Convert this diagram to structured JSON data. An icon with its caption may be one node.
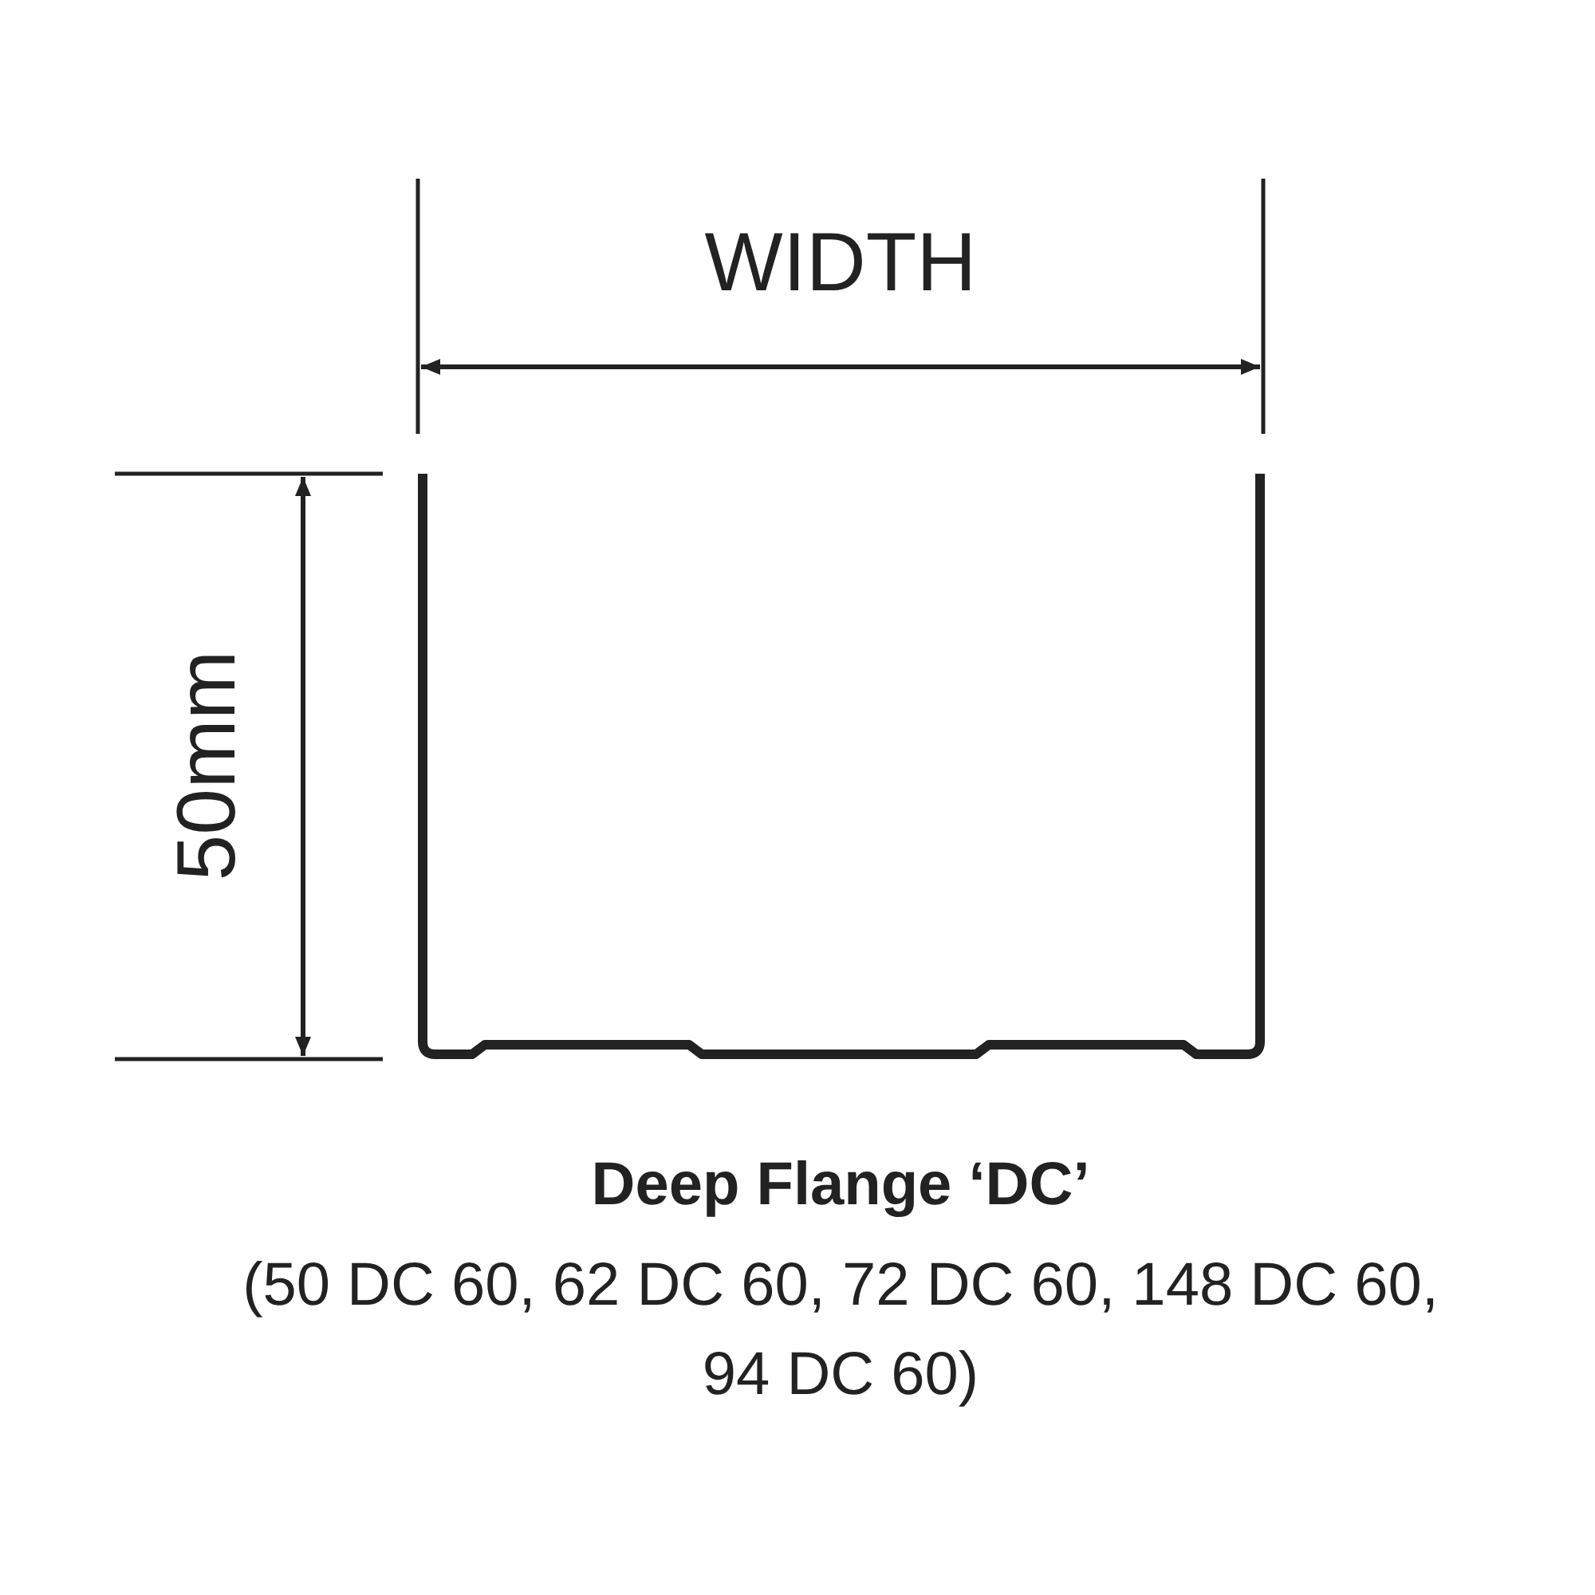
{
  "diagram": {
    "caption": "Deep Flange ‘DC’",
    "labels": [
      "WIDTH",
      "50mm",
      "(50 DC 60, 62 DC 60, 72 DC 60, 148 DC 60, 94 DC 60)"
    ]
  }
}
